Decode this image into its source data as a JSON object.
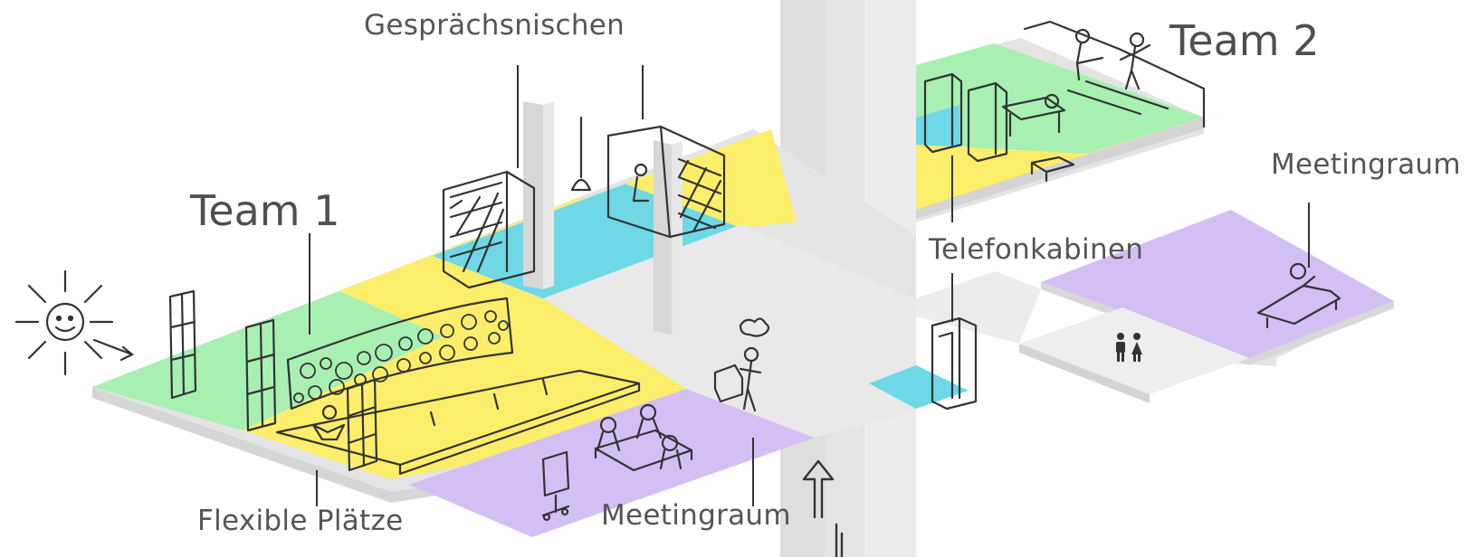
{
  "labels": {
    "gespraechsnischen": "Gesprächsnischen",
    "team1": "Team 1",
    "team2": "Team 2",
    "meetingraum_right": "Meetingraum",
    "telefonkabinen": "Telefonkabinen",
    "flexible_plaetze": "Flexible Plätze",
    "meetingraum_bottom": "Meetingraum"
  },
  "colors": {
    "green": "#a8f0b2",
    "yellow": "#fcee6a",
    "cyan": "#6ed8e6",
    "purple": "#d4bff5",
    "floor_grey": "#e9e9e9",
    "column_grey": "#dcdcdc",
    "sketch": "#333333",
    "label": "#555555"
  },
  "icons": [
    "sun-icon",
    "restroom-icon",
    "up-arrow-icon"
  ]
}
